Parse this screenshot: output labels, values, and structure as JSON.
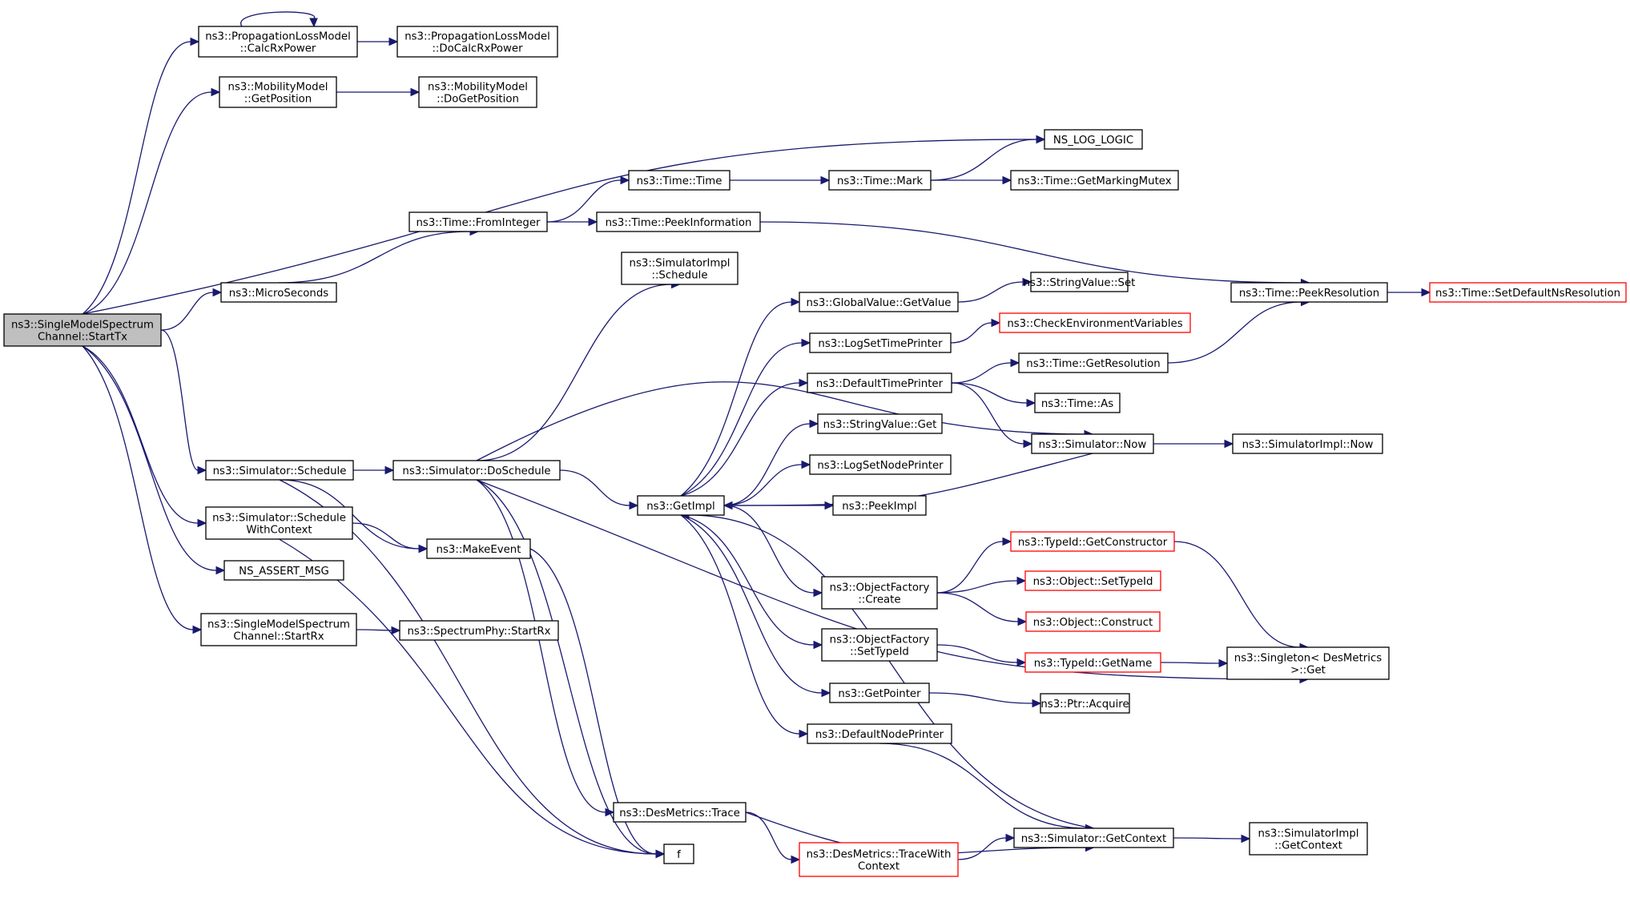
{
  "diagram": {
    "nodes": [
      {
        "id": "starttx",
        "lines": [
          "ns3::SingleModelSpectrum",
          "Channel::StartTx"
        ],
        "style": "root"
      },
      {
        "id": "calcrx",
        "lines": [
          "ns3::PropagationLossModel",
          "::CalcRxPower"
        ],
        "style": "normal"
      },
      {
        "id": "docalcrx",
        "lines": [
          "ns3::PropagationLossModel",
          "::DoCalcRxPower"
        ],
        "style": "normal"
      },
      {
        "id": "getpos",
        "lines": [
          "ns3::MobilityModel",
          "::GetPosition"
        ],
        "style": "normal"
      },
      {
        "id": "dogetpos",
        "lines": [
          "ns3::MobilityModel",
          "::DoGetPosition"
        ],
        "style": "normal"
      },
      {
        "id": "nslog",
        "lines": [
          "NS_LOG_LOGIC"
        ],
        "style": "normal"
      },
      {
        "id": "timetime",
        "lines": [
          "ns3::Time::Time"
        ],
        "style": "normal"
      },
      {
        "id": "timemark",
        "lines": [
          "ns3::Time::Mark"
        ],
        "style": "normal"
      },
      {
        "id": "getmarking",
        "lines": [
          "ns3::Time::GetMarkingMutex"
        ],
        "style": "normal"
      },
      {
        "id": "frominteger",
        "lines": [
          "ns3::Time::FromInteger"
        ],
        "style": "normal"
      },
      {
        "id": "peekinfo",
        "lines": [
          "ns3::Time::PeekInformation"
        ],
        "style": "normal"
      },
      {
        "id": "peekres",
        "lines": [
          "ns3::Time::PeekResolution"
        ],
        "style": "normal"
      },
      {
        "id": "setdefres",
        "lines": [
          "ns3::Time::SetDefaultNsResolution"
        ],
        "style": "red"
      },
      {
        "id": "micro",
        "lines": [
          "ns3::MicroSeconds"
        ],
        "style": "normal"
      },
      {
        "id": "simimplsched",
        "lines": [
          "ns3::SimulatorImpl",
          "::Schedule"
        ],
        "style": "normal"
      },
      {
        "id": "gvgetvalue",
        "lines": [
          "ns3::GlobalValue::GetValue"
        ],
        "style": "normal"
      },
      {
        "id": "svset",
        "lines": [
          "ns3::StringValue::Set"
        ],
        "style": "normal"
      },
      {
        "id": "logsettime",
        "lines": [
          "ns3::LogSetTimePrinter"
        ],
        "style": "normal"
      },
      {
        "id": "checkenv",
        "lines": [
          "ns3::CheckEnvironmentVariables"
        ],
        "style": "red"
      },
      {
        "id": "deftimeprinter",
        "lines": [
          "ns3::DefaultTimePrinter"
        ],
        "style": "normal"
      },
      {
        "id": "getres",
        "lines": [
          "ns3::Time::GetResolution"
        ],
        "style": "normal"
      },
      {
        "id": "timeas",
        "lines": [
          "ns3::Time::As"
        ],
        "style": "normal"
      },
      {
        "id": "svget",
        "lines": [
          "ns3::StringValue::Get"
        ],
        "style": "normal"
      },
      {
        "id": "simnow",
        "lines": [
          "ns3::Simulator::Now"
        ],
        "style": "normal"
      },
      {
        "id": "simimplnow",
        "lines": [
          "ns3::SimulatorImpl::Now"
        ],
        "style": "normal"
      },
      {
        "id": "logsetnode",
        "lines": [
          "ns3::LogSetNodePrinter"
        ],
        "style": "normal"
      },
      {
        "id": "simsched",
        "lines": [
          "ns3::Simulator::Schedule"
        ],
        "style": "normal"
      },
      {
        "id": "doschedule",
        "lines": [
          "ns3::Simulator::DoSchedule"
        ],
        "style": "normal"
      },
      {
        "id": "getimpl",
        "lines": [
          "ns3::GetImpl"
        ],
        "style": "normal"
      },
      {
        "id": "peekimpl",
        "lines": [
          "ns3::PeekImpl"
        ],
        "style": "normal"
      },
      {
        "id": "schedctx",
        "lines": [
          "ns3::Simulator::Schedule",
          "WithContext"
        ],
        "style": "normal"
      },
      {
        "id": "makeevent",
        "lines": [
          "ns3::MakeEvent"
        ],
        "style": "normal"
      },
      {
        "id": "getctor",
        "lines": [
          "ns3::TypeId::GetConstructor"
        ],
        "style": "red"
      },
      {
        "id": "ofcreate",
        "lines": [
          "ns3::ObjectFactory",
          "::Create"
        ],
        "style": "normal"
      },
      {
        "id": "settypeid",
        "lines": [
          "ns3::Object::SetTypeId"
        ],
        "style": "red"
      },
      {
        "id": "construct",
        "lines": [
          "ns3::Object::Construct"
        ],
        "style": "red"
      },
      {
        "id": "assertmsg",
        "lines": [
          "NS_ASSERT_MSG"
        ],
        "style": "normal"
      },
      {
        "id": "startrx",
        "lines": [
          "ns3::SingleModelSpectrum",
          "Channel::StartRx"
        ],
        "style": "normal"
      },
      {
        "id": "phystartrx",
        "lines": [
          "ns3::SpectrumPhy::StartRx"
        ],
        "style": "normal"
      },
      {
        "id": "ofsettypeid",
        "lines": [
          "ns3::ObjectFactory",
          "::SetTypeId"
        ],
        "style": "normal"
      },
      {
        "id": "getname",
        "lines": [
          "ns3::TypeId::GetName"
        ],
        "style": "red"
      },
      {
        "id": "singleton",
        "lines": [
          "ns3::Singleton< DesMetrics",
          " >::Get"
        ],
        "style": "normal"
      },
      {
        "id": "getpointer",
        "lines": [
          "ns3::GetPointer"
        ],
        "style": "normal"
      },
      {
        "id": "ptracquire",
        "lines": [
          "ns3::Ptr::Acquire"
        ],
        "style": "normal"
      },
      {
        "id": "defnodeprinter",
        "lines": [
          "ns3::DefaultNodePrinter"
        ],
        "style": "normal"
      },
      {
        "id": "destrace",
        "lines": [
          "ns3::DesMetrics::Trace"
        ],
        "style": "normal"
      },
      {
        "id": "f",
        "lines": [
          "f"
        ],
        "style": "normal"
      },
      {
        "id": "tracewith",
        "lines": [
          "ns3::DesMetrics::TraceWith",
          "Context"
        ],
        "style": "red"
      },
      {
        "id": "getctx",
        "lines": [
          "ns3::Simulator::GetContext"
        ],
        "style": "normal"
      },
      {
        "id": "implgetctx",
        "lines": [
          "ns3::SimulatorImpl",
          "::GetContext"
        ],
        "style": "normal"
      }
    ],
    "colors": {
      "edge": "#191970",
      "root_fill": "#bfbfbf",
      "red_border": "#ff0000"
    }
  }
}
